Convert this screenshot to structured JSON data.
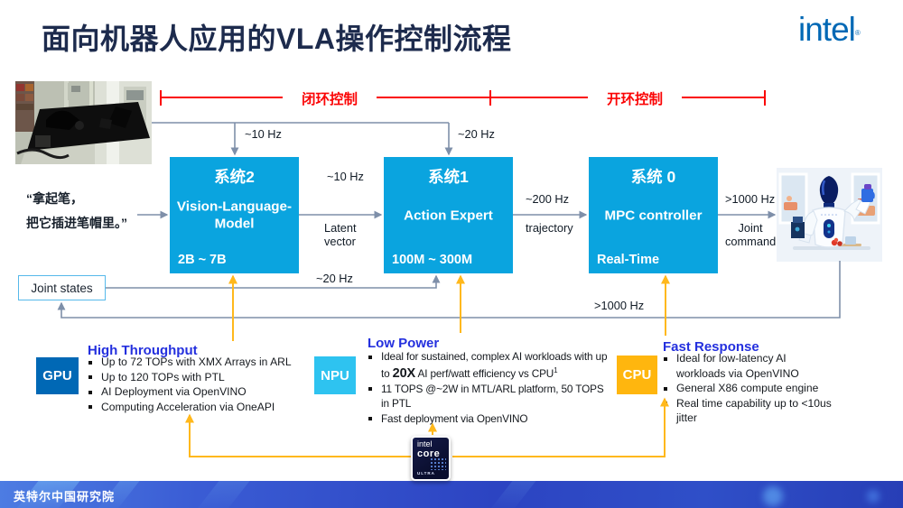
{
  "title": "面向机器人应用的VLA操作控制流程",
  "brand": {
    "logo": "intel",
    "reg": "®"
  },
  "brackets": {
    "closed_loop": "闭环控制",
    "open_loop": "开环控制"
  },
  "instruction": {
    "line1": "“拿起笔，",
    "line2": "把它插进笔帽里。”"
  },
  "systems": [
    {
      "name": "系统2",
      "body": "Vision-Language-Model",
      "tag": "2B ~ 7B"
    },
    {
      "name": "系统1",
      "body": "Action Expert",
      "tag": "100M ~ 300M"
    },
    {
      "name": "系统 0",
      "body": "MPC controller",
      "tag": "Real-Time"
    }
  ],
  "labels": {
    "hz10_top": "~10 Hz",
    "hz20_top": "~20 Hz",
    "hz10_mid": "~10 Hz",
    "latent1": "Latent",
    "latent2": "vector",
    "hz200": "~200 Hz",
    "trajectory": "trajectory",
    "hz1000_out": ">1000 Hz",
    "joint1": "Joint",
    "joint2": "command",
    "hz20_feedback": "~20 Hz",
    "hz1000_feedback": ">1000 Hz",
    "joint_states": "Joint states"
  },
  "processors": {
    "gpu": {
      "chip": "GPU",
      "heading": "High Throughput",
      "b1": "Up to 72 TOPs with XMX Arrays in ARL",
      "b2": "Up to 120 TOPs with PTL",
      "b3": "AI Deployment via OpenVINO",
      "b4": "Computing Acceleration via OneAPI"
    },
    "npu": {
      "chip": "NPU",
      "heading": "Low Power",
      "b1a": "Ideal for sustained, complex AI workloads with up",
      "b1b_pre": "to ",
      "b1b_big": "20X",
      "b1b_rest": " AI perf/watt efficiency vs CPU",
      "b1b_sup": "1",
      "b2a": "11 TOPS @~2W  in MTL/ARL platform, 50 TOPS",
      "b2b": "in PTL",
      "b3": "Fast deployment via OpenVINO"
    },
    "cpu": {
      "chip": "CPU",
      "heading": "Fast Response",
      "b1a": "Ideal for low-latency AI",
      "b1b": "workloads via OpenVINO",
      "b2": "General X86 compute engine",
      "b3a": "Real time capability up to <10us",
      "b3b": "jitter"
    }
  },
  "badge": {
    "line1": "intel",
    "line2": "core",
    "line3": "ULTRA"
  },
  "footer": {
    "text": "英特尔中国研究院"
  }
}
